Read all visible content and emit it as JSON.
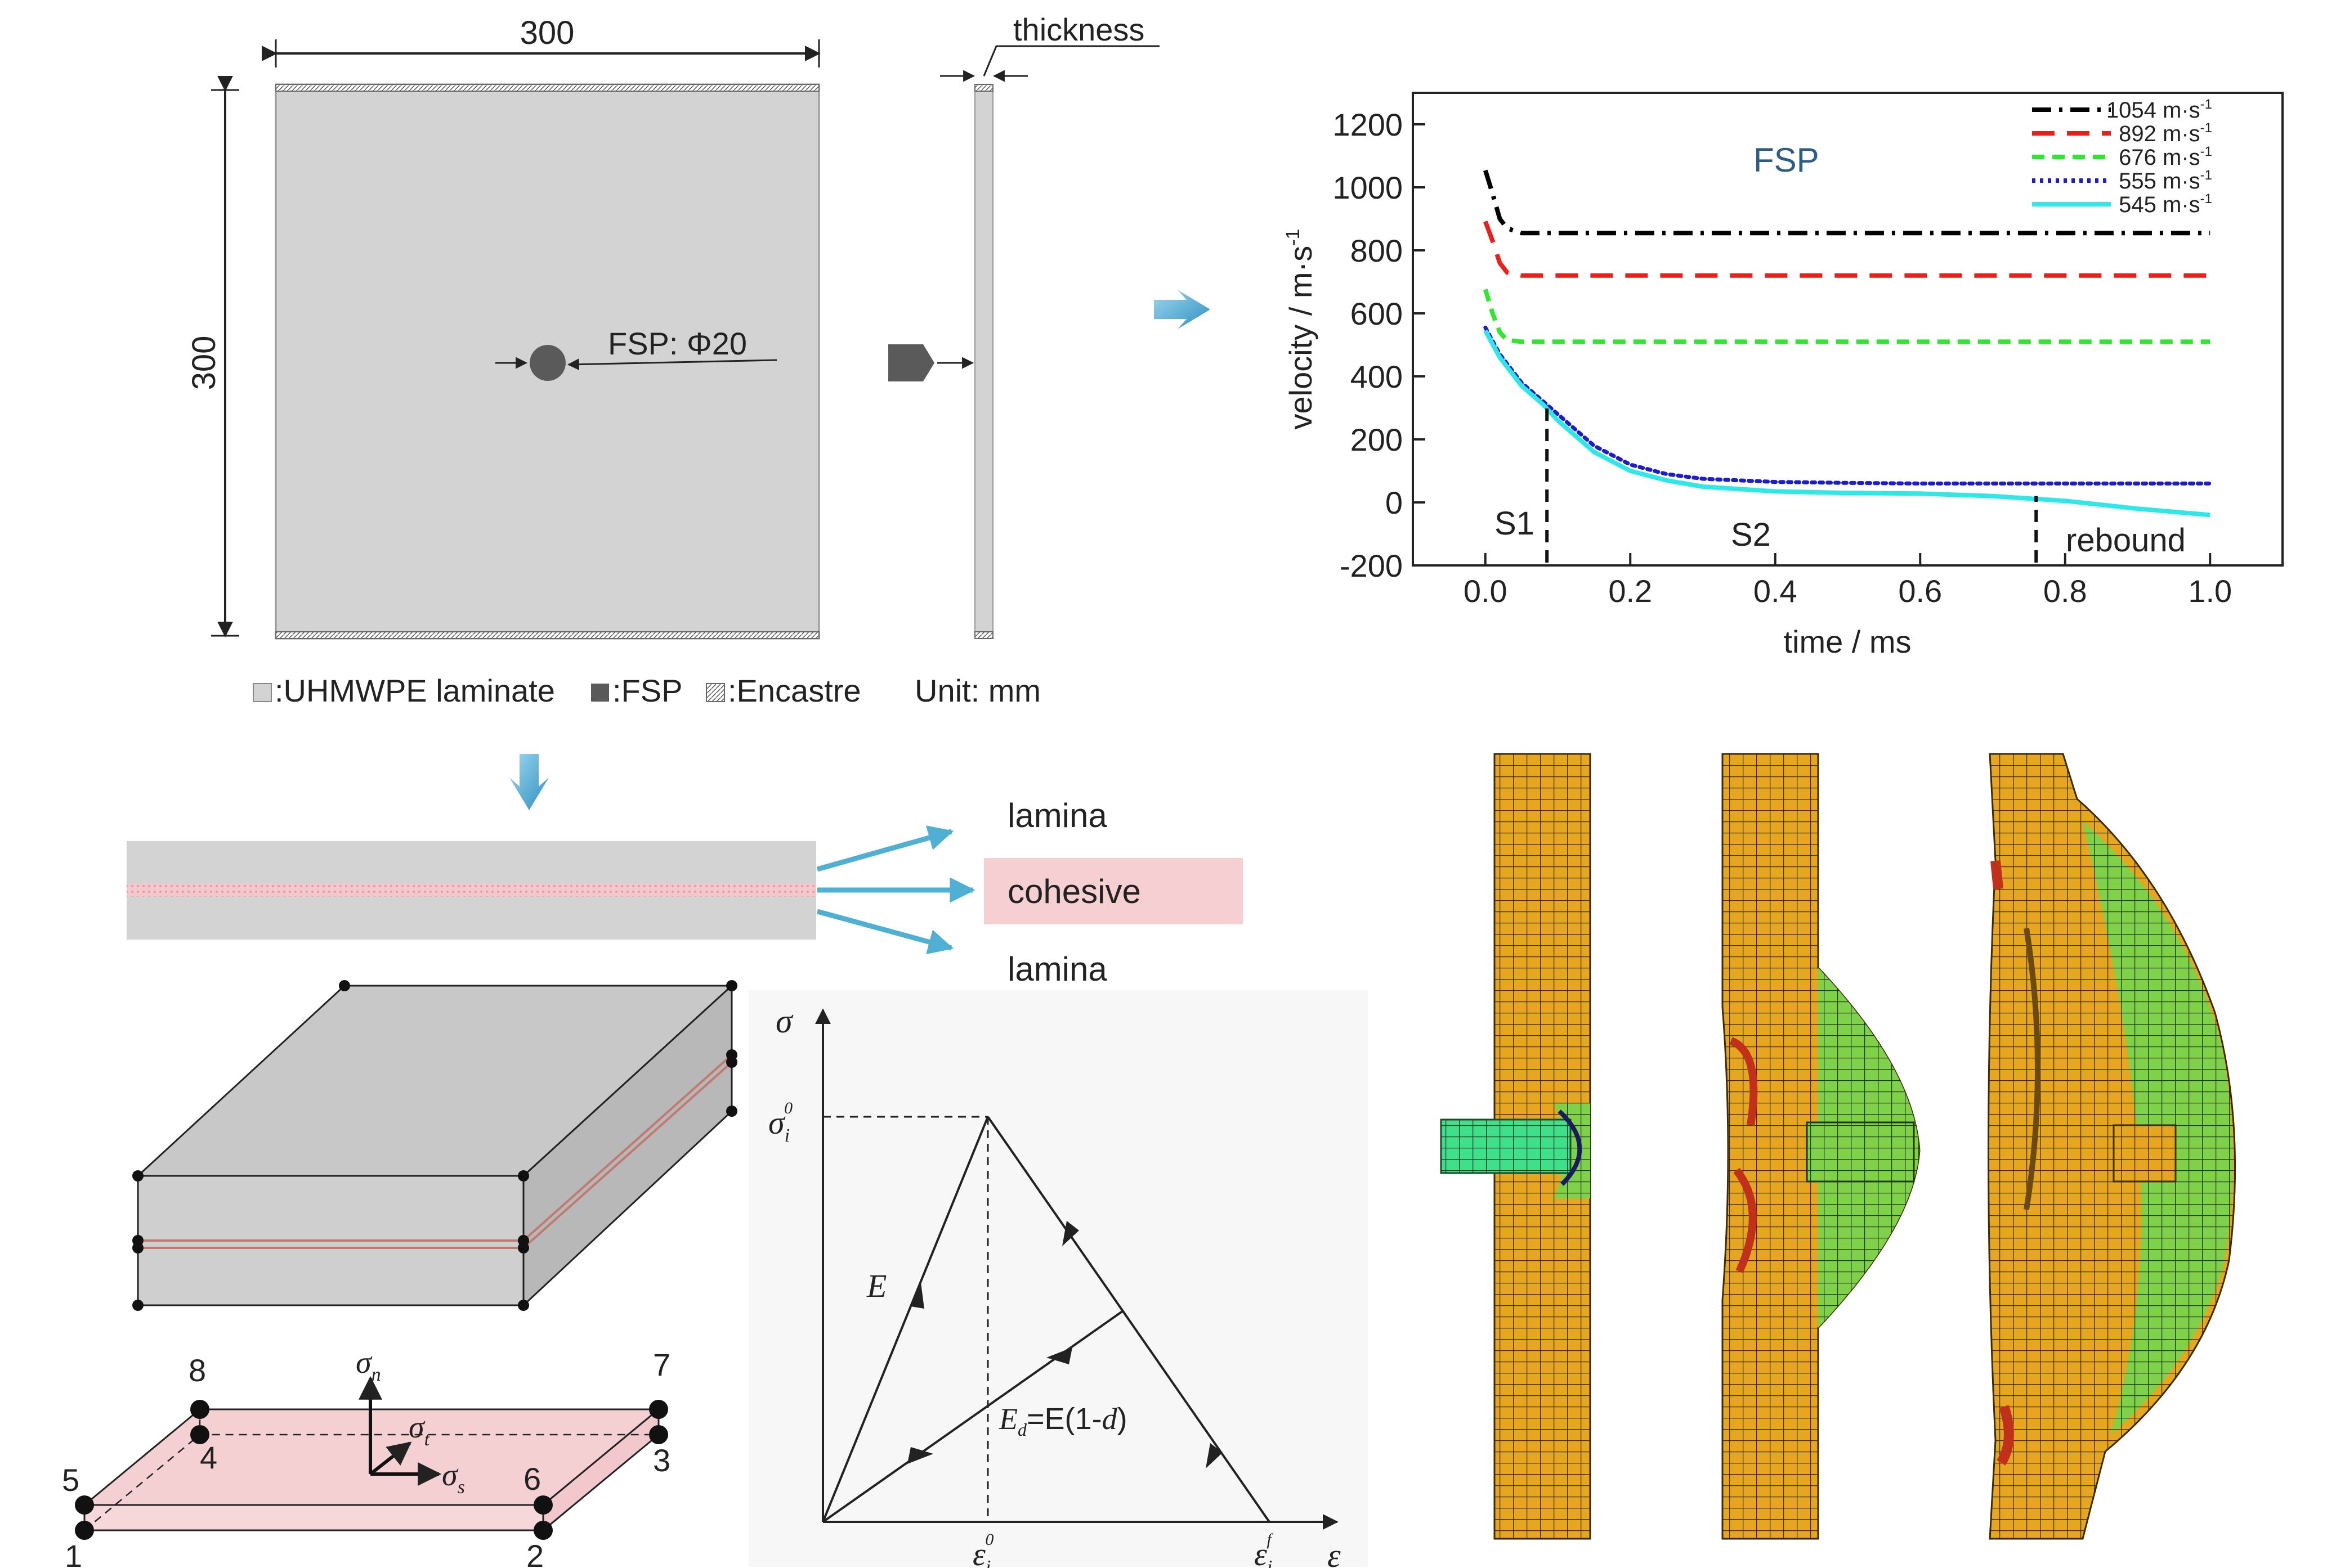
{
  "geometry": {
    "width_label": "300",
    "height_label": "300",
    "thickness_label": "thickness",
    "fsp_label": "FSP: Φ20",
    "legend": {
      "laminate": ":UHMWPE laminate",
      "fsp": ":FSP",
      "encastre": ":Encastre",
      "unit": "Unit: mm"
    }
  },
  "layers": {
    "top": "lamina",
    "middle": "cohesive",
    "bottom": "lamina"
  },
  "cohesive_element": {
    "nodes": [
      "1",
      "2",
      "3",
      "4",
      "5",
      "6",
      "7",
      "8"
    ],
    "sigma_n": "σ",
    "sigma_n_sub": "n",
    "sigma_t": "σ",
    "sigma_t_sub": "t",
    "sigma_s": "σ",
    "sigma_s_sub": "s"
  },
  "traction_law": {
    "y_axis": "σ",
    "x_axis": "ε",
    "sigma_peak": "σ",
    "sigma_peak_sub": "i",
    "sigma_peak_sup": "0",
    "eps_0": "ε",
    "eps_0_sub": "i",
    "eps_0_sup": "0",
    "eps_f": "ε",
    "eps_f_sub": "i",
    "eps_f_sup": "f",
    "slope_label": "E",
    "damaged_slope_a": "E",
    "damaged_slope_sub": "d",
    "damaged_slope_b": "=E(1-",
    "damaged_slope_d": "d",
    "damaged_slope_c": ")"
  },
  "chart_data": {
    "type": "line",
    "title": "FSP",
    "xlabel": "time / ms",
    "ylabel": "velocity / m·s",
    "ylabel_sup": "-1",
    "xlim": [
      -0.1,
      1.1
    ],
    "ylim": [
      -200,
      1300
    ],
    "xticks": [
      "0.0",
      "0.2",
      "0.4",
      "0.6",
      "0.8",
      "1.0"
    ],
    "yticks": [
      "-200",
      "0",
      "200",
      "400",
      "600",
      "800",
      "1000",
      "1200"
    ],
    "legend_position": "top-right",
    "series": [
      {
        "name": "1054 m·s",
        "unit_sup": "-1",
        "color": "#000000",
        "style": "dashdot",
        "x": [
          0.0,
          0.01,
          0.02,
          0.03,
          0.05,
          0.1,
          0.2,
          0.4,
          0.6,
          0.8,
          1.0
        ],
        "y": [
          1054,
          980,
          900,
          870,
          855,
          855,
          855,
          855,
          855,
          855,
          855
        ]
      },
      {
        "name": "892 m·s",
        "unit_sup": "-1",
        "color": "#e8211c",
        "style": "dash",
        "x": [
          0.0,
          0.01,
          0.02,
          0.03,
          0.05,
          0.1,
          0.2,
          0.4,
          0.6,
          0.8,
          1.0
        ],
        "y": [
          892,
          830,
          760,
          730,
          720,
          720,
          720,
          720,
          720,
          720,
          720
        ]
      },
      {
        "name": "676 m·s",
        "unit_sup": "-1",
        "color": "#2ee82e",
        "style": "shortdash",
        "x": [
          0.0,
          0.01,
          0.02,
          0.03,
          0.05,
          0.1,
          0.2,
          0.4,
          0.6,
          0.8,
          1.0
        ],
        "y": [
          676,
          600,
          540,
          515,
          510,
          510,
          510,
          510,
          510,
          510,
          510
        ]
      },
      {
        "name": "555 m·s",
        "unit_sup": "-1",
        "color": "#1c1ccc",
        "style": "dot",
        "x": [
          0.0,
          0.02,
          0.05,
          0.08,
          0.1,
          0.15,
          0.2,
          0.25,
          0.3,
          0.4,
          0.5,
          0.6,
          0.7,
          0.8,
          0.9,
          1.0
        ],
        "y": [
          555,
          470,
          380,
          320,
          280,
          180,
          120,
          90,
          75,
          65,
          62,
          60,
          60,
          60,
          60,
          60
        ]
      },
      {
        "name": "545 m·s",
        "unit_sup": "-1",
        "color": "#2ee8e8",
        "style": "solid",
        "x": [
          0.0,
          0.02,
          0.05,
          0.08,
          0.1,
          0.15,
          0.2,
          0.25,
          0.3,
          0.4,
          0.5,
          0.6,
          0.7,
          0.8,
          0.9,
          1.0
        ],
        "y": [
          545,
          460,
          370,
          310,
          260,
          160,
          100,
          70,
          50,
          35,
          30,
          28,
          20,
          5,
          -20,
          -40
        ]
      }
    ],
    "markers": [
      {
        "x": 0.085,
        "label": "S1"
      },
      {
        "x": 0.76,
        "label": "rebound"
      }
    ],
    "stage_labels": [
      "S1",
      "S2",
      "rebound"
    ]
  }
}
